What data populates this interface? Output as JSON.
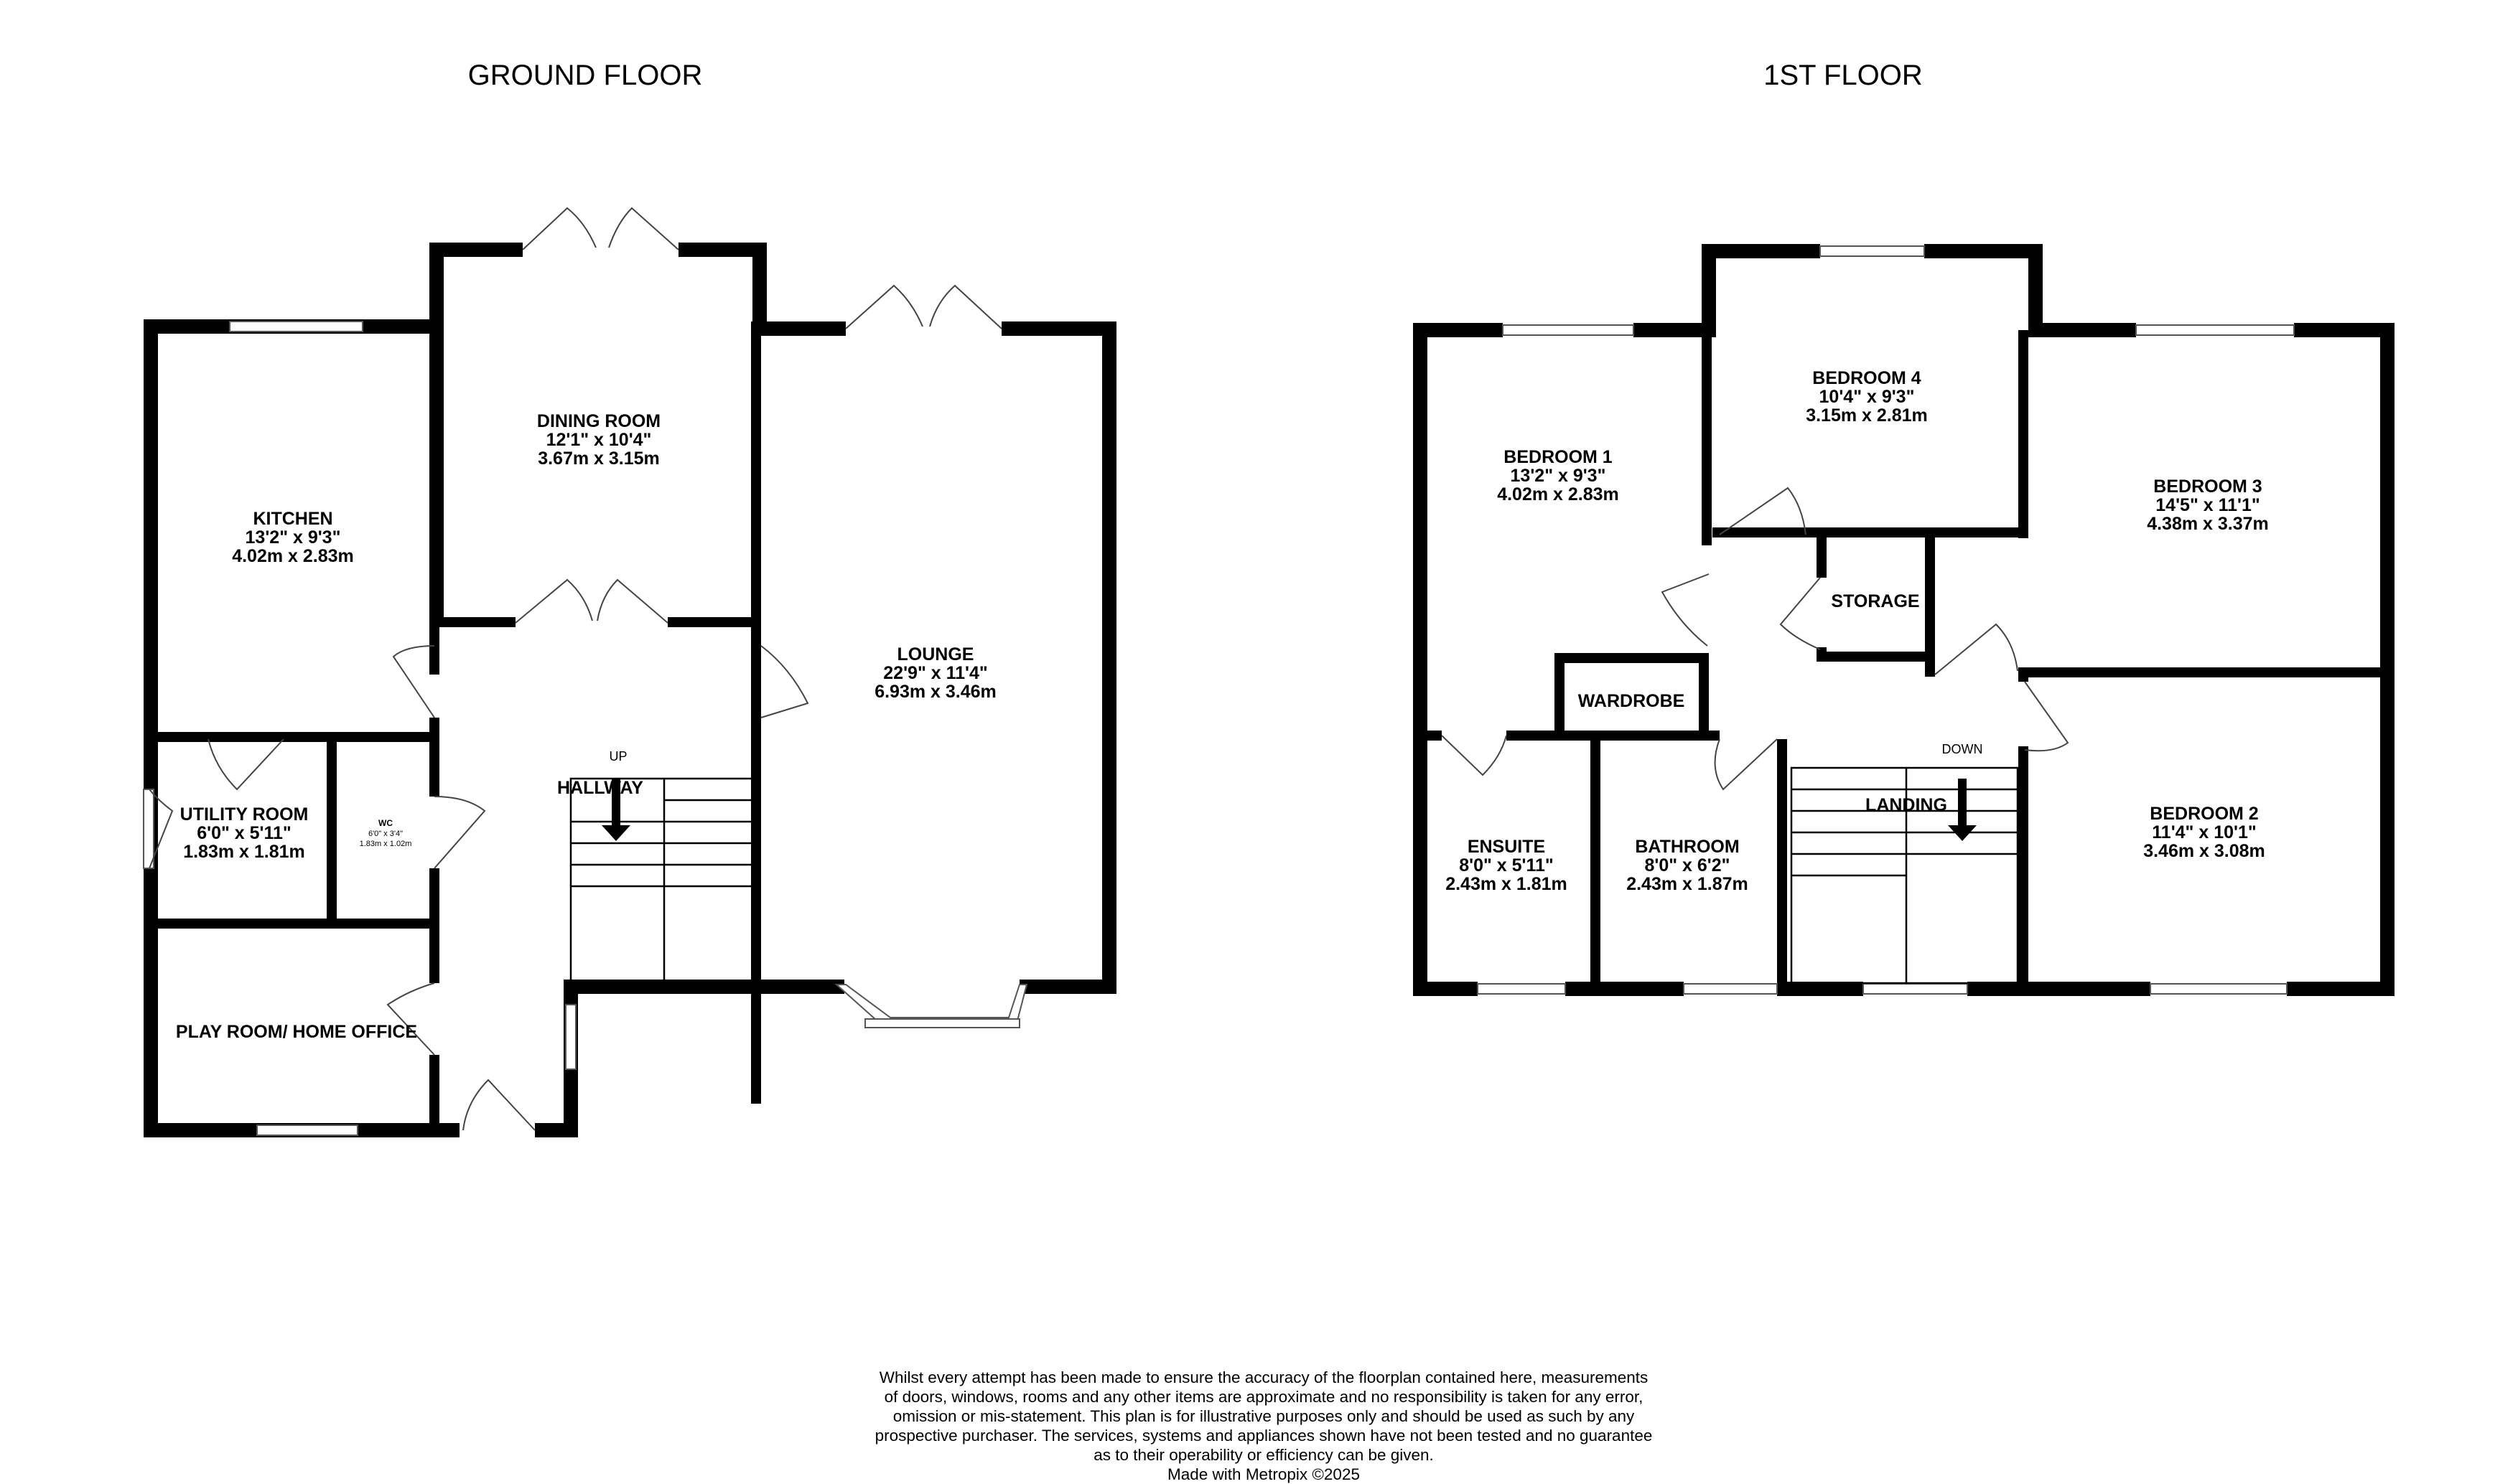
{
  "ground_floor": {
    "title": "GROUND FLOOR",
    "rooms": {
      "kitchen": {
        "name": "KITCHEN",
        "imperial": "13'2\"  x 9'3\"",
        "metric": "4.02m  x 2.83m"
      },
      "dining_room": {
        "name": "DINING ROOM",
        "imperial": "12'1\"  x 10'4\"",
        "metric": "3.67m  x 3.15m"
      },
      "lounge": {
        "name": "LOUNGE",
        "imperial": "22'9\"  x 11'4\"",
        "metric": "6.93m  x 3.46m"
      },
      "utility_room": {
        "name": "UTILITY ROOM",
        "imperial": "6'0\"  x 5'11\"",
        "metric": "1.83m  x 1.81m"
      },
      "wc": {
        "name": "WC",
        "imperial": "6'0\"  x 3'4\"",
        "metric": "1.83m  x 1.02m"
      },
      "hallway": {
        "name": "HALLWAY"
      },
      "play_room": {
        "name": "PLAY ROOM/ HOME OFFICE"
      }
    },
    "stairs_label": "UP"
  },
  "first_floor": {
    "title": "1ST FLOOR",
    "rooms": {
      "bedroom_1": {
        "name": "BEDROOM 1",
        "imperial": "13'2\"  x 9'3\"",
        "metric": "4.02m  x 2.83m"
      },
      "bedroom_4": {
        "name": "BEDROOM 4",
        "imperial": "10'4\"  x 9'3\"",
        "metric": "3.15m  x 2.81m"
      },
      "bedroom_3": {
        "name": "BEDROOM 3",
        "imperial": "14'5\"  x 11'1\"",
        "metric": "4.38m  x 3.37m"
      },
      "bedroom_2": {
        "name": "BEDROOM 2",
        "imperial": "11'4\"  x 10'1\"",
        "metric": "3.46m  x 3.08m"
      },
      "ensuite": {
        "name": "ENSUITE",
        "imperial": "8'0\"  x 5'11\"",
        "metric": "2.43m  x 1.81m"
      },
      "bathroom": {
        "name": "BATHROOM",
        "imperial": "8'0\"  x 6'2\"",
        "metric": "2.43m  x 1.87m"
      },
      "storage": {
        "name": "STORAGE"
      },
      "wardrobe": {
        "name": "WARDROBE"
      },
      "landing": {
        "name": "LANDING"
      }
    },
    "stairs_label": "DOWN"
  },
  "disclaimer": {
    "lines": [
      "Whilst every attempt has been made to ensure the accuracy of the floorplan contained here, measurements",
      "of doors, windows, rooms and any other items are approximate and no responsibility is taken for any error,",
      "omission or mis-statement. This plan is for illustrative purposes only and should be used as such by any",
      "prospective purchaser. The services, systems and appliances shown have not been tested and no guarantee",
      "as to their operability or efficiency can be given."
    ],
    "credit": "Made with Metropix ©2025"
  }
}
